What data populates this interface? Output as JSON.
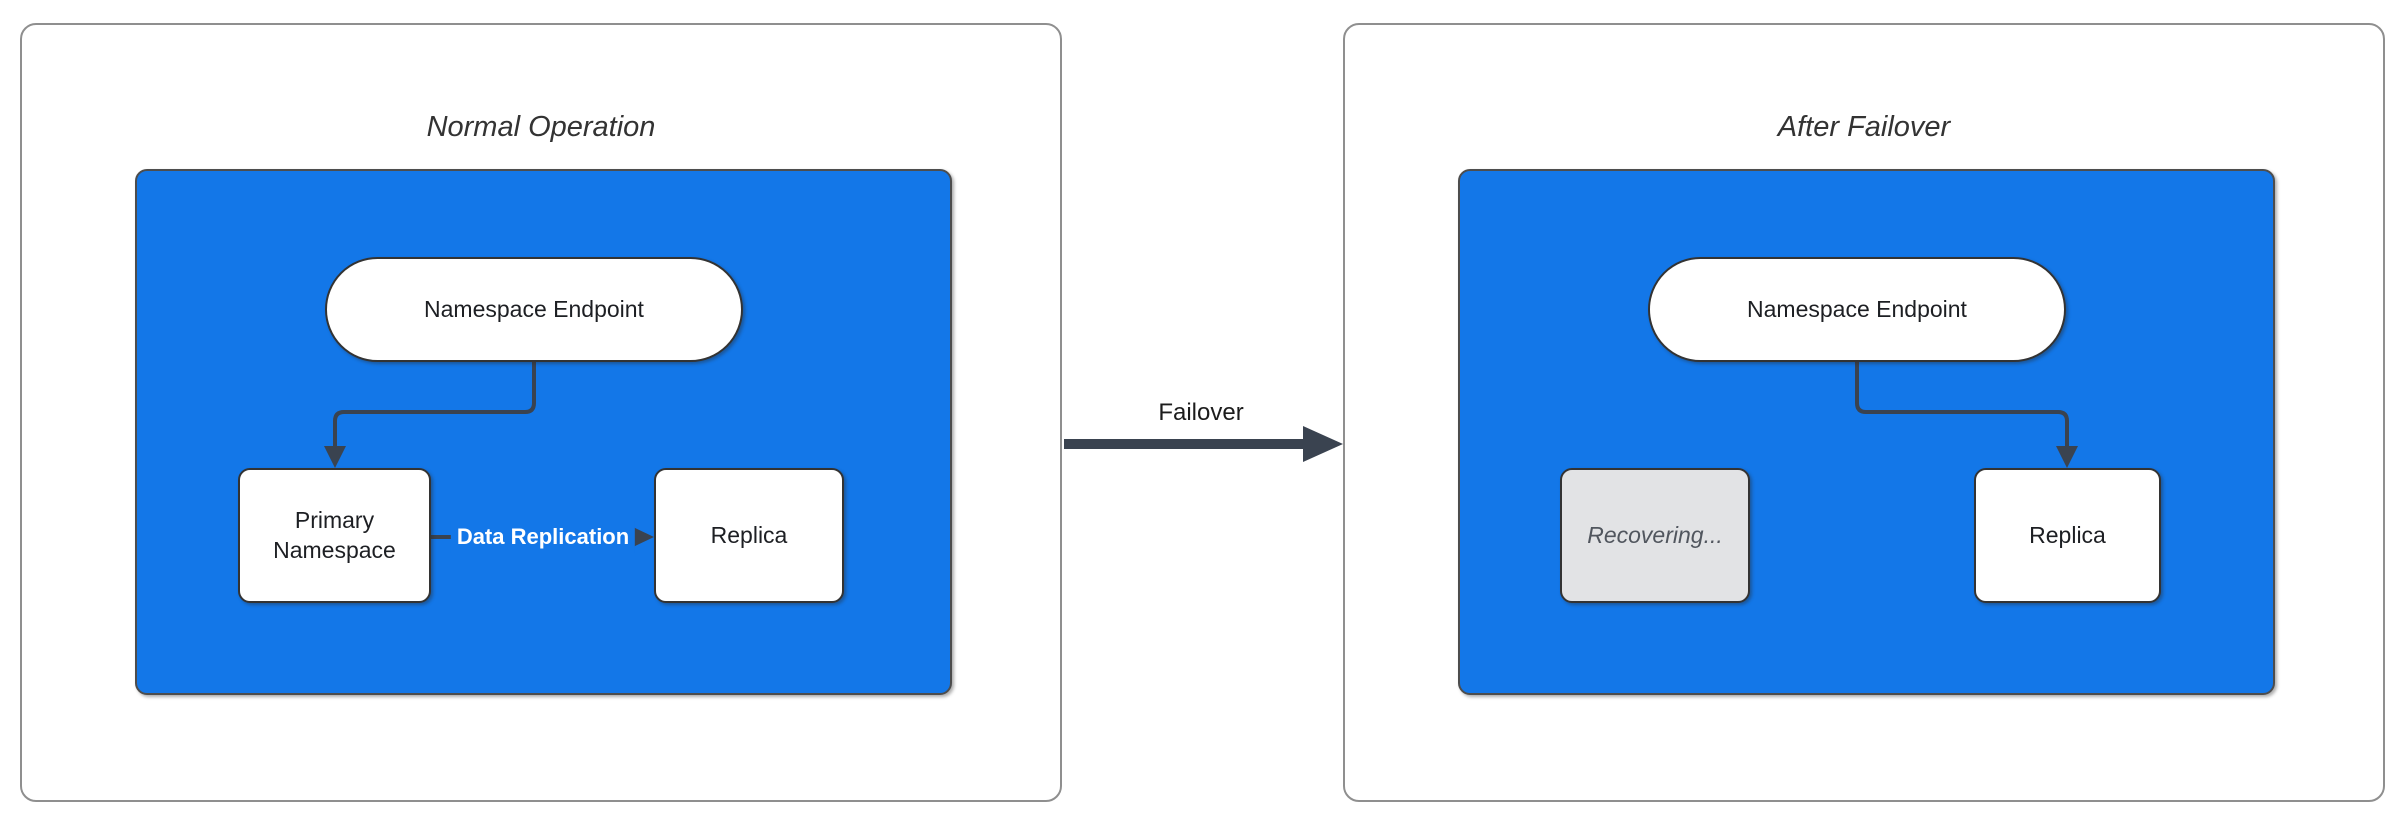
{
  "left_panel": {
    "title": "Normal Operation",
    "endpoint_label": "Namespace Endpoint",
    "primary_label": "Primary Namespace",
    "replica_label": "Replica",
    "replication_edge_label": "Data Replication"
  },
  "transition": {
    "label": "Failover"
  },
  "right_panel": {
    "title": "After Failover",
    "endpoint_label": "Namespace Endpoint",
    "recovering_label": "Recovering...",
    "replica_label": "Replica"
  },
  "colors": {
    "container_blue": "#1377e8",
    "node_fill": "#ffffff",
    "node_border": "#333333",
    "node_text": "#1d1f23",
    "edge": "#3a4350",
    "panel_border": "#8f8f8f",
    "panel_title_text": "#333333",
    "recovering_fill": "#e2e3e5",
    "recovering_text": "#51565e",
    "edge_label_text": "#ffffff",
    "transition_text": "#1c1c1c"
  }
}
